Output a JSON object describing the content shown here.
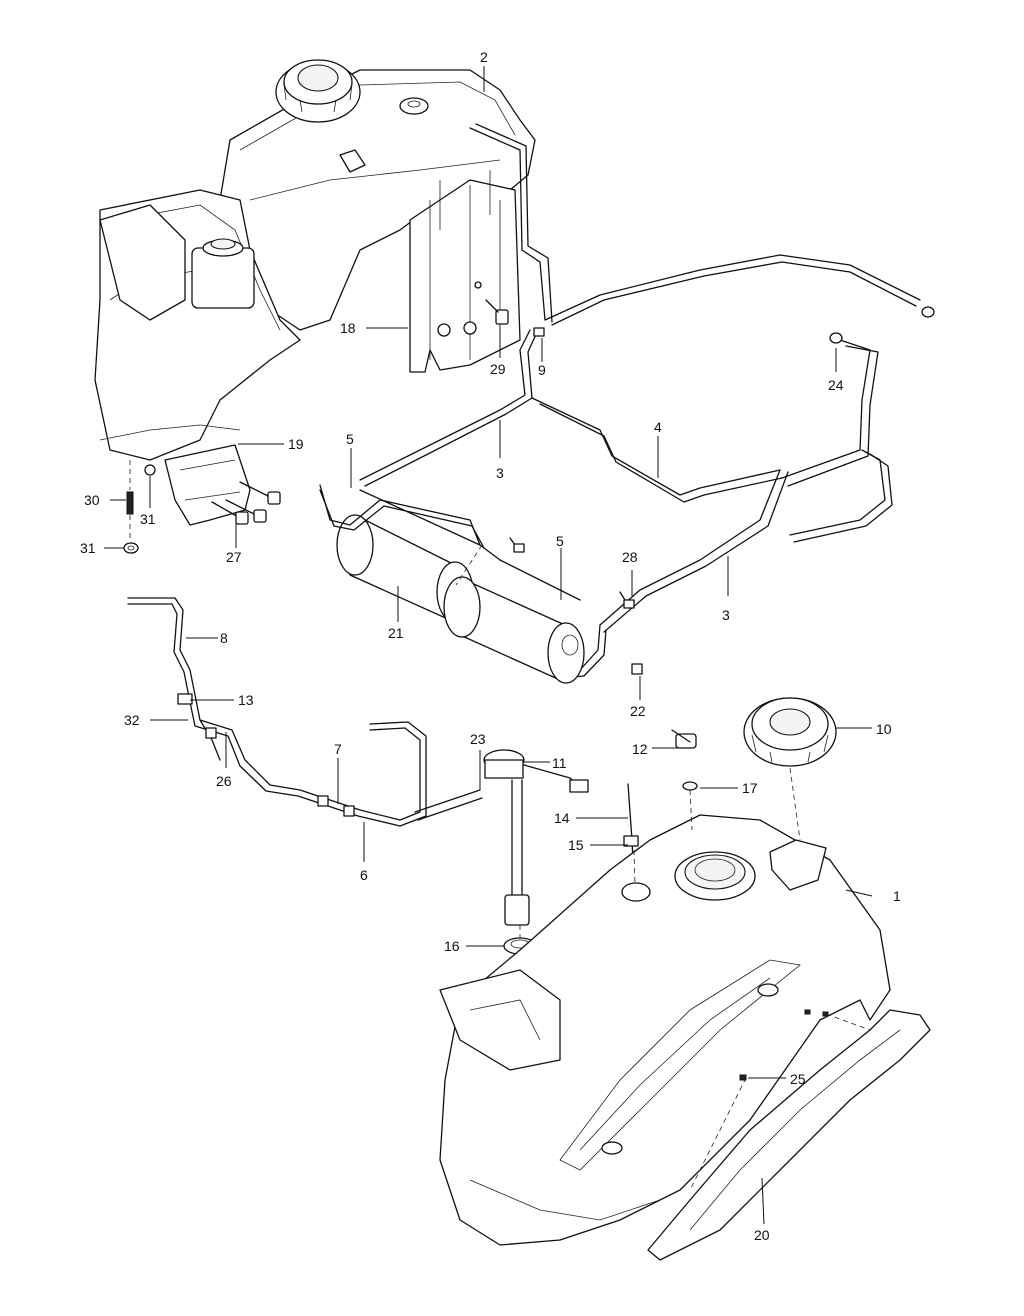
{
  "diagram": {
    "callouts": [
      {
        "id": "c1",
        "text": "1"
      },
      {
        "id": "c2",
        "text": "2"
      },
      {
        "id": "c3a",
        "text": "3"
      },
      {
        "id": "c3b",
        "text": "3"
      },
      {
        "id": "c4",
        "text": "4"
      },
      {
        "id": "c5a",
        "text": "5"
      },
      {
        "id": "c5b",
        "text": "5"
      },
      {
        "id": "c6",
        "text": "6"
      },
      {
        "id": "c7",
        "text": "7"
      },
      {
        "id": "c8",
        "text": "8"
      },
      {
        "id": "c9",
        "text": "9"
      },
      {
        "id": "c10",
        "text": "10"
      },
      {
        "id": "c11",
        "text": "11"
      },
      {
        "id": "c12",
        "text": "12"
      },
      {
        "id": "c13",
        "text": "13"
      },
      {
        "id": "c14",
        "text": "14"
      },
      {
        "id": "c15",
        "text": "15"
      },
      {
        "id": "c16",
        "text": "16"
      },
      {
        "id": "c17",
        "text": "17"
      },
      {
        "id": "c18",
        "text": "18"
      },
      {
        "id": "c19",
        "text": "19"
      },
      {
        "id": "c20",
        "text": "20"
      },
      {
        "id": "c21",
        "text": "21"
      },
      {
        "id": "c22",
        "text": "22"
      },
      {
        "id": "c23",
        "text": "23"
      },
      {
        "id": "c24",
        "text": "24"
      },
      {
        "id": "c25",
        "text": "25"
      },
      {
        "id": "c26",
        "text": "26"
      },
      {
        "id": "c27",
        "text": "27"
      },
      {
        "id": "c28",
        "text": "28"
      },
      {
        "id": "c29",
        "text": "29"
      },
      {
        "id": "c30",
        "text": "30"
      },
      {
        "id": "c31a",
        "text": "31"
      },
      {
        "id": "c31b",
        "text": "31"
      },
      {
        "id": "c32",
        "text": "32"
      }
    ]
  }
}
